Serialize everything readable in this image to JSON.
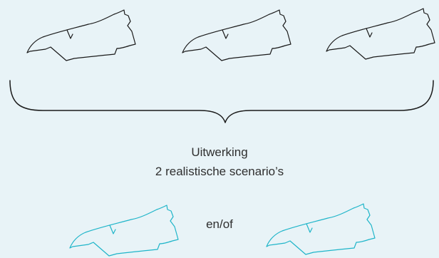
{
  "diagram": {
    "caption_line1": "Uitwerking",
    "caption_line2": "2 realistische scenario’s",
    "or_label": "en/of"
  },
  "colors": {
    "background": "#e8f3f7",
    "outline_dark": "#1a1a1a",
    "outline_accent": "#1fb5c9",
    "text": "#2f2f2f"
  },
  "icons": {
    "top_row": [
      "plot-outline-icon",
      "plot-outline-icon",
      "plot-outline-icon"
    ],
    "bottom_row": [
      "plot-outline-icon",
      "plot-outline-icon"
    ],
    "grouping": "curly-brace-icon"
  }
}
